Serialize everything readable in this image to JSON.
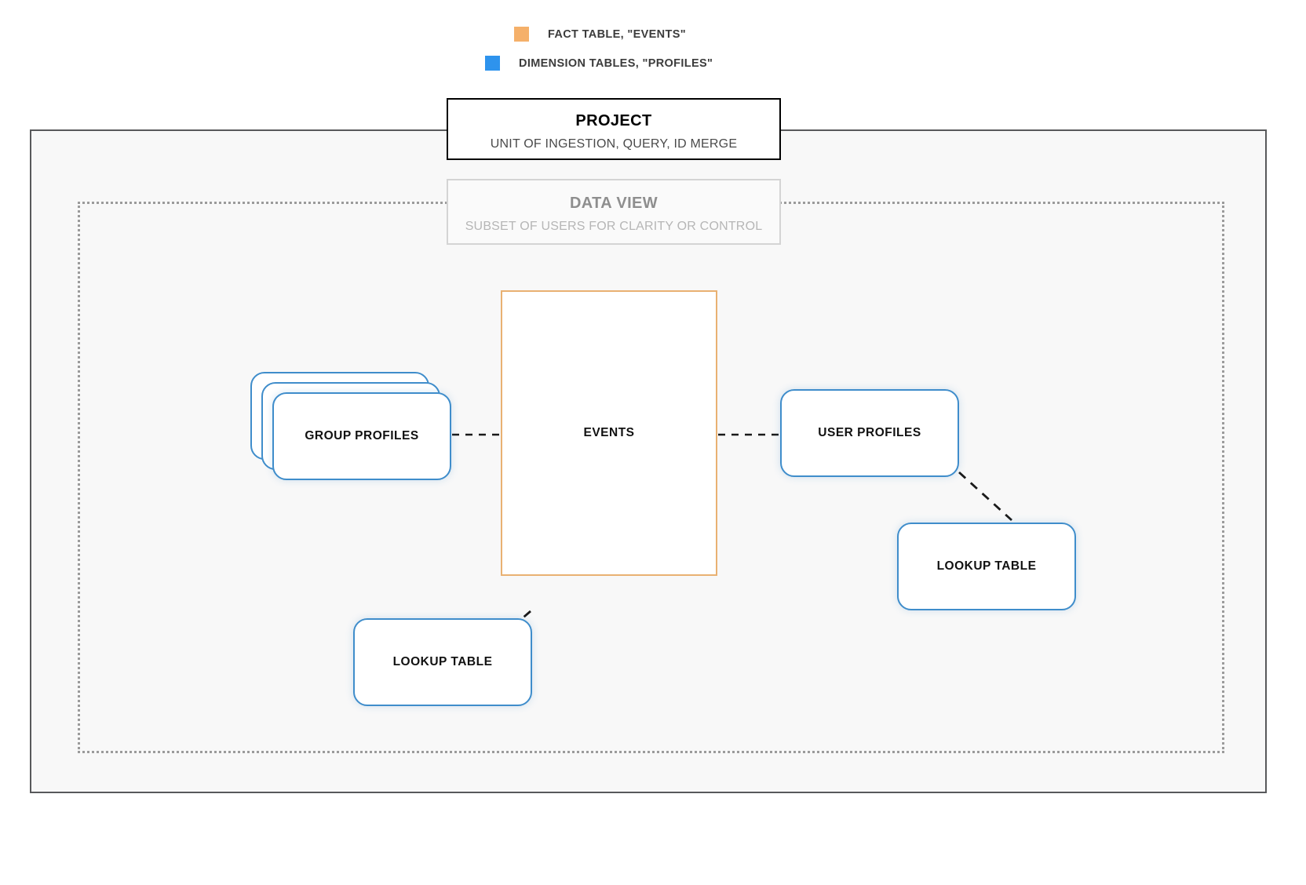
{
  "legend": {
    "items": [
      {
        "icon": "orange-square-swatch",
        "color": "#f5b06a",
        "label": "FACT TABLE, \"EVENTS\""
      },
      {
        "icon": "blue-square-swatch",
        "color": "#2e93ed",
        "label": "DIMENSION TABLES, \"PROFILES\""
      }
    ]
  },
  "project": {
    "title": "PROJECT",
    "subtitle": "UNIT OF INGESTION, QUERY, ID MERGE",
    "border_color": "#000000"
  },
  "data_view": {
    "title": "DATA VIEW",
    "subtitle": "SUBSET OF USERS FOR CLARITY OR CONTROL",
    "border_color": "#d4d4d4"
  },
  "nodes": {
    "events": {
      "label": "EVENTS",
      "color": "#e9b172"
    },
    "group_profiles": {
      "label": "GROUP PROFILES",
      "color": "#3f8dcb",
      "stack_count": 3
    },
    "user_profiles": {
      "label": "USER PROFILES",
      "color": "#3f8dcb"
    },
    "lookup_table_left": {
      "label": "LOOKUP TABLE",
      "color": "#3f8dcb"
    },
    "lookup_table_right": {
      "label": "LOOKUP TABLE",
      "color": "#3f8dcb"
    }
  },
  "connectors": {
    "style": "dashed",
    "color": "#1a1a1a",
    "links": [
      {
        "from": "group_profiles",
        "to": "events"
      },
      {
        "from": "events",
        "to": "user_profiles"
      },
      {
        "from": "events",
        "to": "lookup_table_left"
      },
      {
        "from": "user_profiles",
        "to": "lookup_table_right"
      }
    ]
  }
}
